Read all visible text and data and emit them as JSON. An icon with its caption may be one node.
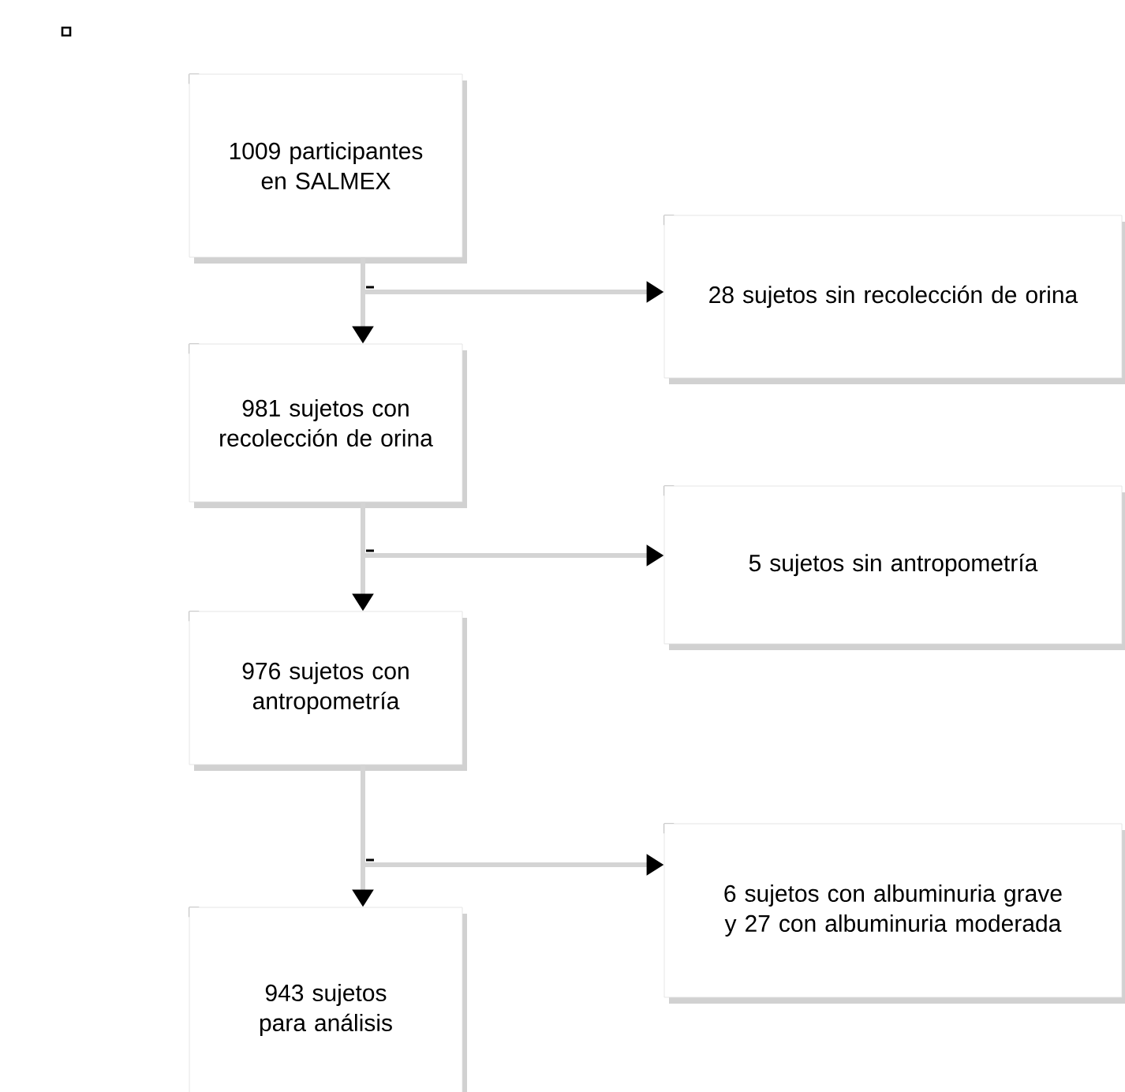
{
  "diagram": {
    "nodes": [
      {
        "text": [
          "1009 participantes en SALMEX"
        ]
      },
      {
        "text": [
          "28 sujetos sin recolección de orina"
        ]
      },
      {
        "text": [
          "981 sujetos con recolección de orina"
        ]
      },
      {
        "text": [
          "5 sujetos sin antropometría"
        ]
      },
      {
        "text": [
          "976 sujetos con antropometría"
        ]
      },
      {
        "text": [
          "6 sujetos con albuminuria grave y 27 con albuminuria moderada"
        ]
      },
      {
        "text": [
          "943 sujetos para análisis"
        ]
      }
    ],
    "edges": [
      {
        "from": 0,
        "to": 2,
        "arrow": "to"
      },
      {
        "from": 0,
        "to": 1,
        "arrow": "to"
      },
      {
        "from": 2,
        "to": 4,
        "arrow": "to"
      },
      {
        "from": 2,
        "to": 3,
        "arrow": "to"
      },
      {
        "from": 4,
        "to": 6,
        "arrow": "to"
      },
      {
        "from": 4,
        "to": 5,
        "arrow": "to"
      }
    ]
  }
}
